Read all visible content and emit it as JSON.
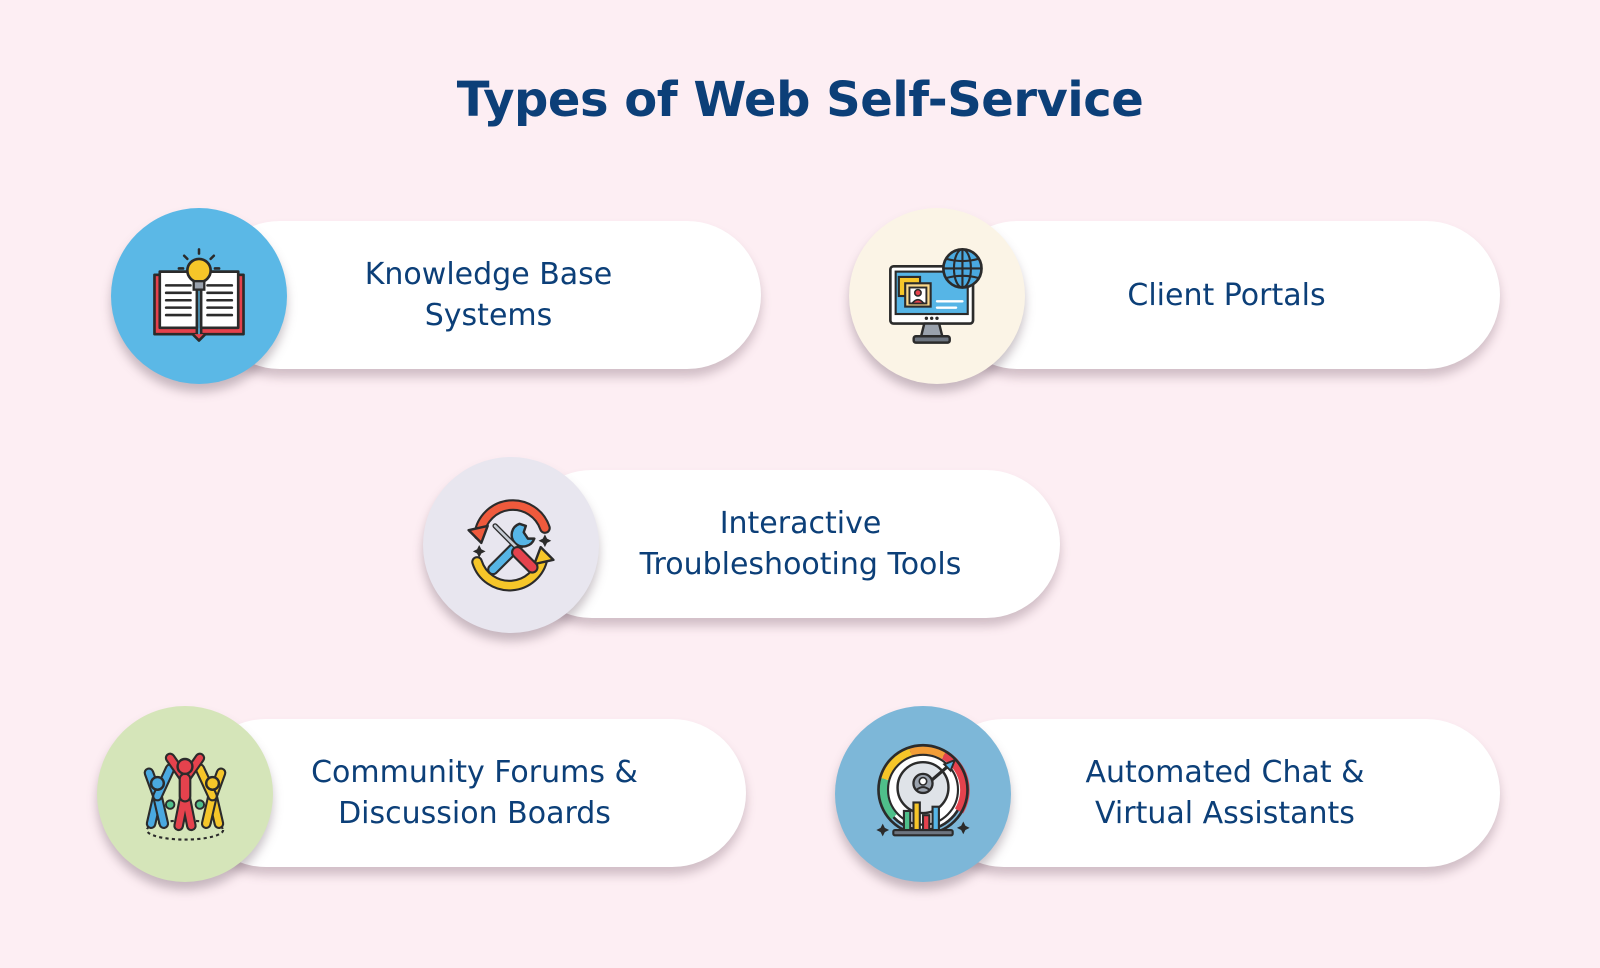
{
  "title": "Types of Web Self-Service",
  "items": [
    {
      "label_line1": "Knowledge Base",
      "label_line2": "Systems",
      "icon": "book-lightbulb-icon",
      "circle_color": "#5bb8e6"
    },
    {
      "label_line1": "Client Portals",
      "label_line2": "",
      "icon": "computer-globe-icon",
      "circle_color": "#fbf4e6"
    },
    {
      "label_line1": "Interactive",
      "label_line2": "Troubleshooting Tools",
      "icon": "tools-cycle-icon",
      "circle_color": "#e8e6ef"
    },
    {
      "label_line1": "Community Forums &",
      "label_line2": "Discussion Boards",
      "icon": "community-people-icon",
      "circle_color": "#d5e5b9"
    },
    {
      "label_line1": "Automated Chat &",
      "label_line2": "Virtual Assistants",
      "icon": "dashboard-gauge-icon",
      "circle_color": "#7db7d8"
    }
  ]
}
